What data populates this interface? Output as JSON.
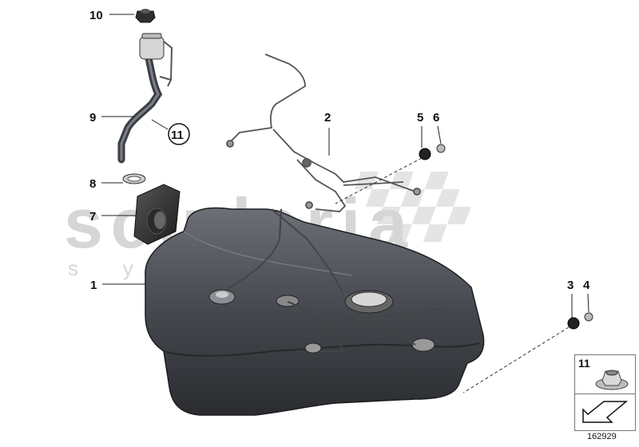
{
  "watermark": {
    "brand": "scuderia",
    "sub": "s y s t e m s"
  },
  "callouts": [
    {
      "label": "10"
    },
    {
      "label": "9"
    },
    {
      "label": "11"
    },
    {
      "label": "8"
    },
    {
      "label": "7"
    },
    {
      "label": "1"
    },
    {
      "label": "2"
    },
    {
      "label": "5"
    },
    {
      "label": "6"
    },
    {
      "label": "3"
    },
    {
      "label": "4"
    }
  ],
  "inset": {
    "part_label": "11"
  },
  "diagram_ref": "162929",
  "colors": {
    "tank": "#3a3d42",
    "line": "#222222",
    "watermark": "#d6d6d6"
  }
}
